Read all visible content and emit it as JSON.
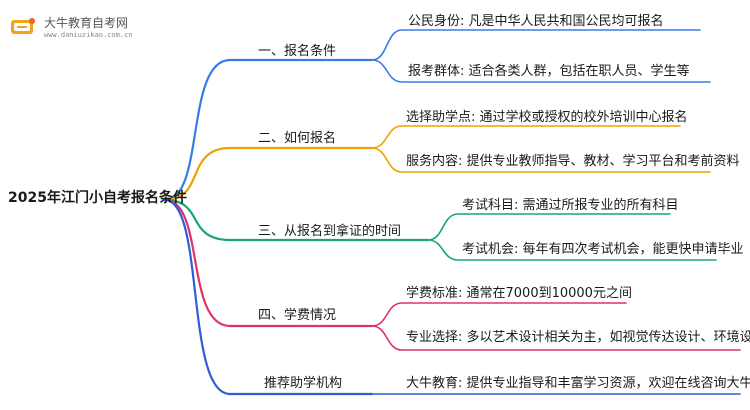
{
  "logo": {
    "title": "大牛教育自考网",
    "subtitle": "www.daniuzikao.com.cn"
  },
  "root": "2025年江门小自考报名条件",
  "branches": [
    {
      "label": "一、报名条件",
      "color": "#3b7be8",
      "leaves": [
        "公民身份: 凡是中华人民共和国公民均可报名",
        "报考群体: 适合各类人群，包括在职人员、学生等"
      ]
    },
    {
      "label": "二、如何报名",
      "color": "#f0a000",
      "leaves": [
        "选择助学点: 通过学校或授权的校外培训中心报名",
        "服务内容: 提供专业教师指导、教材、学习平台和考前资料"
      ]
    },
    {
      "label": "三、从报名到拿证的时间",
      "color": "#1aa37a",
      "leaves": [
        "考试科目: 需通过所报专业的所有科目",
        "考试机会: 每年有四次考试机会，能更快申请毕业"
      ]
    },
    {
      "label": "四、学费情况",
      "color": "#e0306e",
      "leaves": [
        "学费标准: 通常在7000到10000元之间",
        "专业选择: 多以艺术设计相关为主，如视觉传达设计、环境设计等"
      ]
    },
    {
      "label": "推荐助学机构",
      "color": "#2f5fd6",
      "leaves": [
        "大牛教育: 提供专业指导和丰富学习资源，欢迎在线咨询大牛老师"
      ]
    }
  ]
}
